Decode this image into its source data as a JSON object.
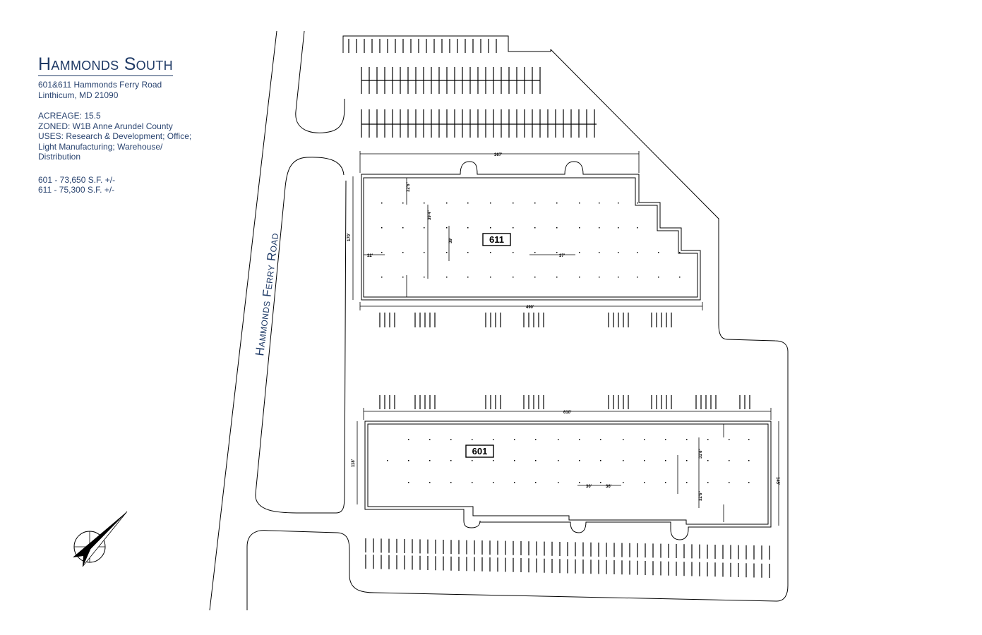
{
  "site": {
    "title": "Hammonds South",
    "address_line1": "601&611 Hammonds Ferry Road",
    "address_line2": "Linthicum,  MD 21090",
    "acreage": "ACREAGE: 15.5",
    "zoned": "ZONED: W1B Anne Arundel County",
    "uses_line1": "USES: Research & Development; Office;",
    "uses_line2": "Light Manufacturing; Warehouse/",
    "uses_line3": "Distribution",
    "area_601": "601 - 73,650 S.F. +/-",
    "area_611": "611 - 75,300 S.F. +/-"
  },
  "plan": {
    "road_name": "Hammonds Ferry Road",
    "building_611": "611",
    "building_601": "601",
    "line_color": "#000000",
    "text_color": "#1f3a66",
    "dims_611": {
      "top": "367'",
      "bottom": "490'",
      "left": "170'",
      "bay_a": "32'6\"",
      "bay_b": "39'4\"",
      "bay_c": "39'",
      "bay_d": "32'",
      "bay_e": "37'"
    },
    "dims_601": {
      "top": "610'",
      "left": "118'",
      "right": "145'",
      "bay_a": "30'",
      "bay_b": "36'",
      "bay_c": "31'8\"",
      "bay_d": "32'6\""
    }
  }
}
